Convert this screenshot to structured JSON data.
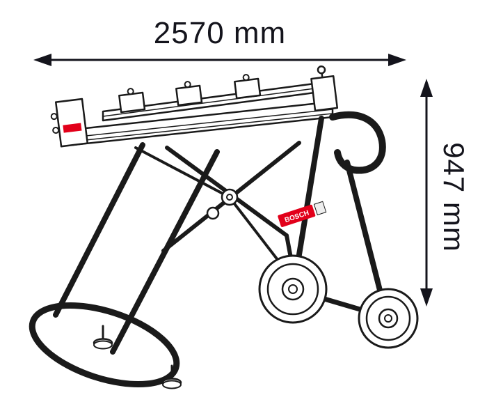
{
  "dimensions": {
    "width_label": "2570 mm",
    "height_label": "947 mm"
  },
  "product": {
    "brand_label": "BOSCH",
    "drawing": "miter-saw-stand-with-wheels-line-drawing"
  },
  "colors": {
    "background": "#ffffff",
    "dimension": "#14141c",
    "line": "#1a1a1a",
    "brand_red": "#e2001a"
  }
}
